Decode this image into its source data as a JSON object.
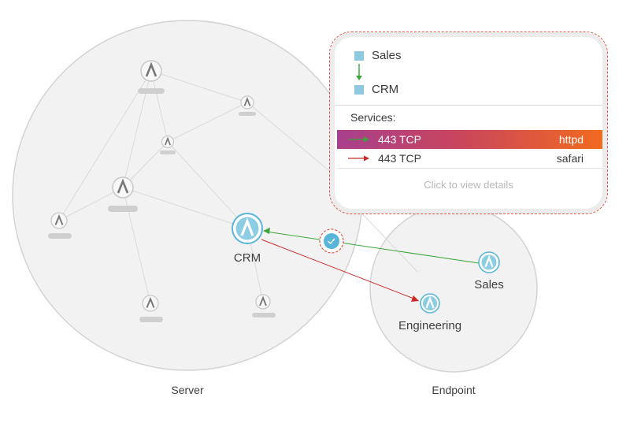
{
  "groups": [
    {
      "id": "server",
      "label": "Server"
    },
    {
      "id": "endpoint",
      "label": "Endpoint"
    }
  ],
  "nodes": {
    "crm": "CRM",
    "sales": "Sales",
    "engineering": "Engineering"
  },
  "popup": {
    "source": "Sales",
    "target": "CRM",
    "services_label": "Services:",
    "services": [
      {
        "port": "443 TCP",
        "process": "httpd",
        "direction": "inbound",
        "color": "#3aa63a",
        "active": true
      },
      {
        "port": "443 TCP",
        "process": "safari",
        "direction": "outbound",
        "color": "#cc2a2a",
        "active": false
      }
    ],
    "footer": "Click to view details"
  },
  "colors": {
    "node_accent": "#5ab6d8",
    "inbound": "#3aa63a",
    "outbound": "#cc2a2a",
    "selection": "#e0553f"
  }
}
